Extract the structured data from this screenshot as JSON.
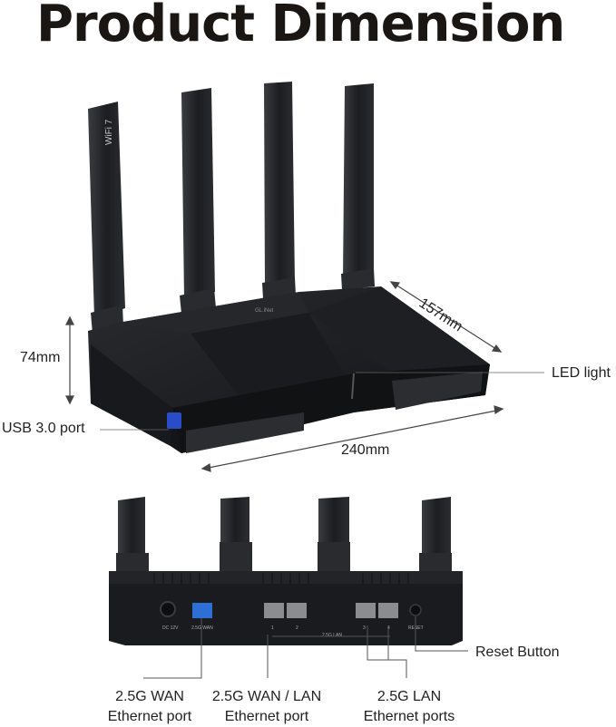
{
  "title": "Product Dimension",
  "dimensions": {
    "height": "74mm",
    "depth": "157mm",
    "width": "240mm"
  },
  "callouts": {
    "usb": "USB 3.0 port",
    "led": "LED light",
    "reset": "Reset Button"
  },
  "ports": {
    "wan": [
      "2.5G WAN",
      "Ethernet port"
    ],
    "wan_lan": [
      "2.5G WAN / LAN",
      "Ethernet port"
    ],
    "lan": [
      "2.5G LAN",
      "Ethernet ports"
    ]
  },
  "device_markings": {
    "antenna_logo": "WiFi 7",
    "brand": "GL.iNet",
    "dc": "DC 12V",
    "wan_port": "2.5G WAN",
    "lan_group": "2.5G LAN",
    "reset": "RESET",
    "port_numbers": [
      "1",
      "2",
      "3",
      "4"
    ]
  }
}
